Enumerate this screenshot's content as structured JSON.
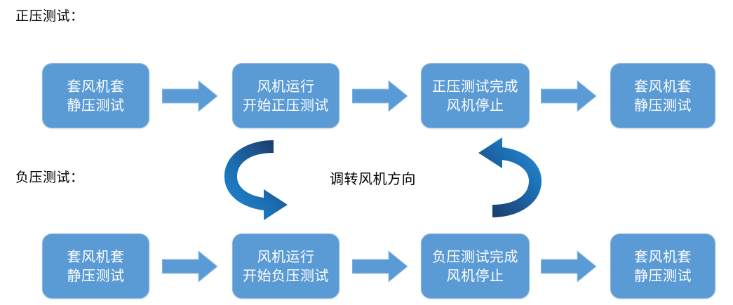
{
  "diagram": {
    "background_color": "#ffffff",
    "box_fill_color": "#5b9bd5",
    "box_border_color": "#8ab6e0",
    "box_text_color": "#ffffff",
    "arrow_color": "#5b9bd5",
    "curve_arrow_gradient": [
      "#1f3864",
      "#2e75b6",
      "#1f77c4"
    ],
    "caption_color": "#000000"
  },
  "sections": {
    "positive": {
      "caption": "正压测试："
    },
    "negative": {
      "caption": "负压测试："
    }
  },
  "reverse": {
    "label": "调转风机方向",
    "left_arrow_icon": "curved-arrow-clockwise-down-icon",
    "right_arrow_icon": "curved-arrow-clockwise-up-icon"
  },
  "flow_top": {
    "steps": [
      {
        "line1": "套风机套",
        "line2": "静压测试"
      },
      {
        "line1": "风机运行",
        "line2": "开始正压测试"
      },
      {
        "line1": "正压测试完成",
        "line2": "风机停止"
      },
      {
        "line1": "套风机套",
        "line2": "静压测试"
      }
    ],
    "connectors": [
      {
        "icon": "right-arrow-icon"
      },
      {
        "icon": "right-arrow-icon"
      },
      {
        "icon": "right-arrow-icon"
      }
    ]
  },
  "flow_bottom": {
    "steps": [
      {
        "line1": "套风机套",
        "line2": "静压测试"
      },
      {
        "line1": "风机运行",
        "line2": "开始负压测试"
      },
      {
        "line1": "负压测试完成",
        "line2": "风机停止"
      },
      {
        "line1": "套风机套",
        "line2": "静压测试"
      }
    ],
    "connectors": [
      {
        "icon": "right-arrow-icon"
      },
      {
        "icon": "right-arrow-icon"
      },
      {
        "icon": "right-arrow-icon"
      }
    ]
  }
}
